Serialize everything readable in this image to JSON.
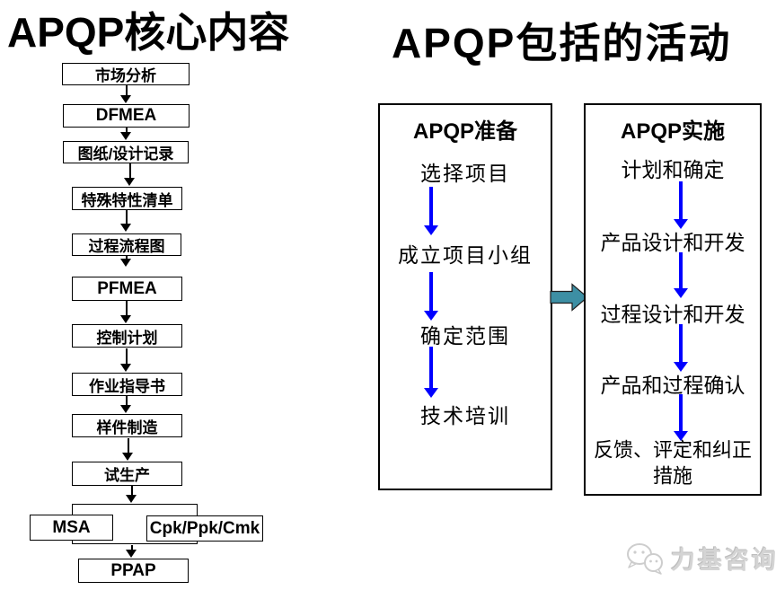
{
  "left": {
    "title": "APQP核心内容",
    "flow": [
      {
        "label": "市场分析"
      },
      {
        "label": "DFMEA"
      },
      {
        "label": "图纸/设计记录"
      },
      {
        "label": "特殊特性清单"
      },
      {
        "label": "过程流程图"
      },
      {
        "label": "PFMEA"
      },
      {
        "label": "控制计划"
      },
      {
        "label": "作业指导书"
      },
      {
        "label": "样件制造"
      },
      {
        "label": "试生产"
      },
      {
        "label": "MSA"
      },
      {
        "label": "Cpk/Ppk/Cmk"
      },
      {
        "label": "PPAP"
      }
    ]
  },
  "right": {
    "title": "APQP包括的活动",
    "prep": {
      "title": "APQP准备",
      "items": [
        "选择项目",
        "成立项目小组",
        "确定范围",
        "技术培训"
      ]
    },
    "impl": {
      "title": "APQP实施",
      "items": [
        "计划和确定",
        "产品设计和开发",
        "过程设计和开发",
        "产品和过程确认",
        "反馈、评定和纠正措施"
      ]
    }
  },
  "watermark": {
    "text": "力基咨询",
    "icon": "wechat-icon"
  },
  "colors": {
    "black_line": "#000000",
    "blue_arrow": "#0000ff",
    "teal_arrow": "#3d8fa4",
    "watermark_gray": "#d4d4d4",
    "background": "#ffffff"
  }
}
